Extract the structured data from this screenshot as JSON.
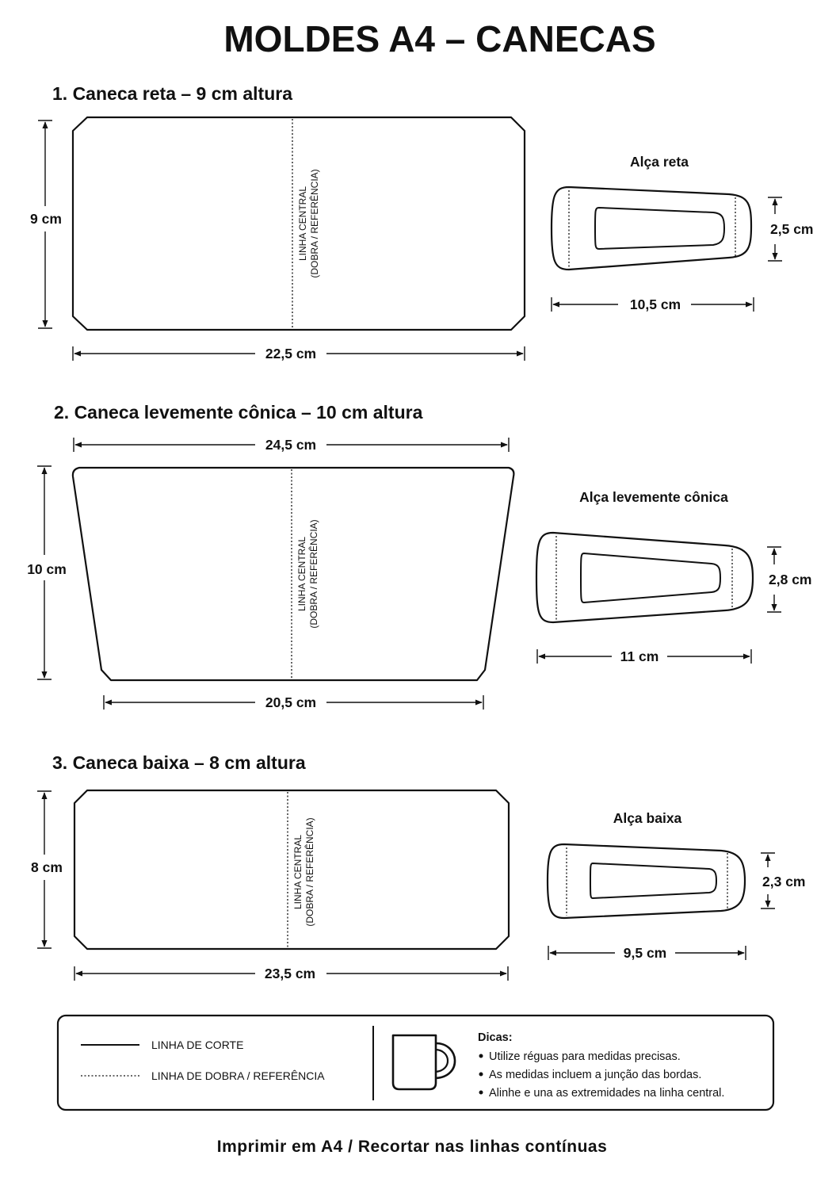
{
  "title": "MOLDES A4 – CANECAS",
  "sections": [
    {
      "heading": "1. Caneca reta – 9 cm altura",
      "height_label": "9 cm",
      "width_label": "22,5 cm",
      "center_line": [
        "LINHA CENTRAL",
        "(DOBRA / REFERÊNCIA)"
      ],
      "handle": {
        "title": "Alça reta",
        "height_label": "2,5 cm",
        "width_label": "10,5 cm"
      }
    },
    {
      "heading": "2. Caneca levemente cônica – 10 cm altura",
      "height_label": "10 cm",
      "top_width_label": "24,5 cm",
      "bottom_width_label": "20,5 cm",
      "center_line": [
        "LINHA CENTRAL",
        "(DOBRA / REFERÊNCIA)"
      ],
      "handle": {
        "title": "Alça levemente cônica",
        "height_label": "2,8 cm",
        "width_label": "11 cm"
      }
    },
    {
      "heading": "3. Caneca baixa – 8 cm altura",
      "height_label": "8 cm",
      "width_label": "23,5 cm",
      "center_line": [
        "LINHA CENTRAL",
        "(DOBRA / REFERÊNCIA)"
      ],
      "handle": {
        "title": "Alça baixa",
        "height_label": "2,3 cm",
        "width_label": "9,5 cm"
      }
    }
  ],
  "legend": {
    "cut_line": "LINHA DE CORTE",
    "fold_line": "LINHA DE DOBRA / REFERÊNCIA"
  },
  "tips": {
    "heading": "Dicas:",
    "items": [
      "Utilize réguas para medidas precisas.",
      "As medidas incluem a junção das bordas.",
      "Alinhe e una as extremidades na linha central."
    ]
  },
  "footer": "Imprimir em A4 / Recortar nas linhas contínuas",
  "icons": {
    "mug": "mug-icon",
    "tip_bullet": "bullet-icon"
  }
}
